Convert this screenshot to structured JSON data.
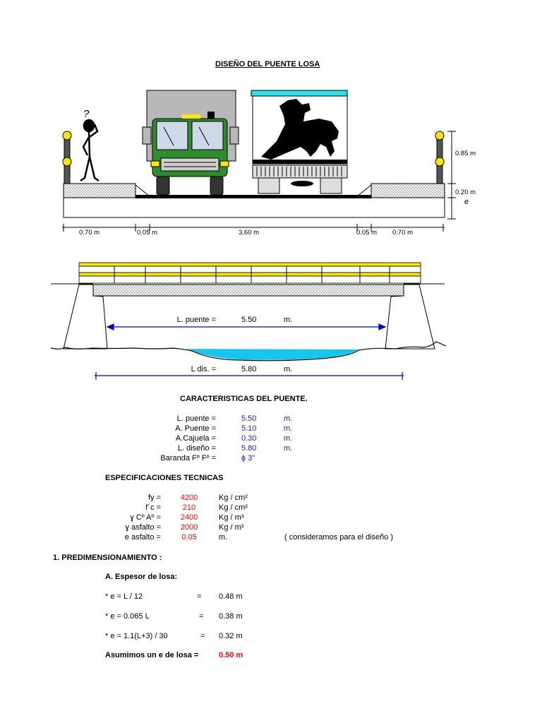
{
  "title": "DISEÑO DEL PUENTE LOSA",
  "section_dims": {
    "height_baranda": "0.85 m",
    "height_vereda": "0.20 m",
    "e_label": "e",
    "w_vereda_left": "0.70 m",
    "w_left_gap": "0.05 m",
    "w_calzada": "3.60 m",
    "w_right_gap": "0.05 m",
    "w_vereda_right": "0.70 m",
    "question_mark": "?"
  },
  "elevation": {
    "l_puente_label": "L. puente =",
    "l_puente_value": "5.50",
    "l_puente_unit": "m.",
    "l_dis_label": "L dis. =",
    "l_dis_value": "5.80",
    "l_dis_unit": "m."
  },
  "caracteristicas": {
    "heading": "CARACTERISTICAS DEL PUENTE.",
    "rows": [
      {
        "label": "L. puente =",
        "value": "5.50",
        "unit": "m."
      },
      {
        "label": "A. Puente =",
        "value": "5.10",
        "unit": "m."
      },
      {
        "label": "A.Cajuela =",
        "value": "0.30",
        "unit": "m."
      },
      {
        "label": "L. diseño =",
        "value": "5.80",
        "unit": "m."
      },
      {
        "label": "Baranda Fº Fº =",
        "value": "ɸ  3\"",
        "unit": ""
      }
    ]
  },
  "especificaciones": {
    "heading": "ESPECIFICACIONES TECNICAS",
    "rows": [
      {
        "label": "fy =",
        "value": "4200",
        "unit": "Kg / cm²",
        "note": ""
      },
      {
        "label": "f´c =",
        "value": "210",
        "unit": "Kg / cm²",
        "note": ""
      },
      {
        "label": "ɣ Cº Aº  =",
        "value": "2400",
        "unit": "Kg / m³",
        "note": ""
      },
      {
        "label": "ɣ asfalto  =",
        "value": "2000",
        "unit": "Kg / m³",
        "note": ""
      },
      {
        "label": "e asfalto =",
        "value": "0.05",
        "unit": "m.",
        "note": "( consideramos para el diseño )"
      }
    ]
  },
  "predim": {
    "heading": "1. PREDIMENSIONAMIENTO :",
    "sub_heading": "A. Espesor de losa:",
    "rows": [
      {
        "formula": "* e = L / 12",
        "eq": "=",
        "value": "0.48 m"
      },
      {
        "formula": "* e = 0.065 L",
        "eq": "=",
        "value": "0.38 m"
      },
      {
        "formula": "* e = 1.1(L+3) / 30",
        "eq": "=",
        "value": "0.32 m"
      }
    ],
    "assume_label": "Asumimos un e de losa =",
    "assume_value": "0.50 m"
  },
  "colors": {
    "truck_cab": "#2e8b2e",
    "water": "#17c6ee",
    "railing": "#ffe600",
    "dim_blue": "#0000cc"
  }
}
